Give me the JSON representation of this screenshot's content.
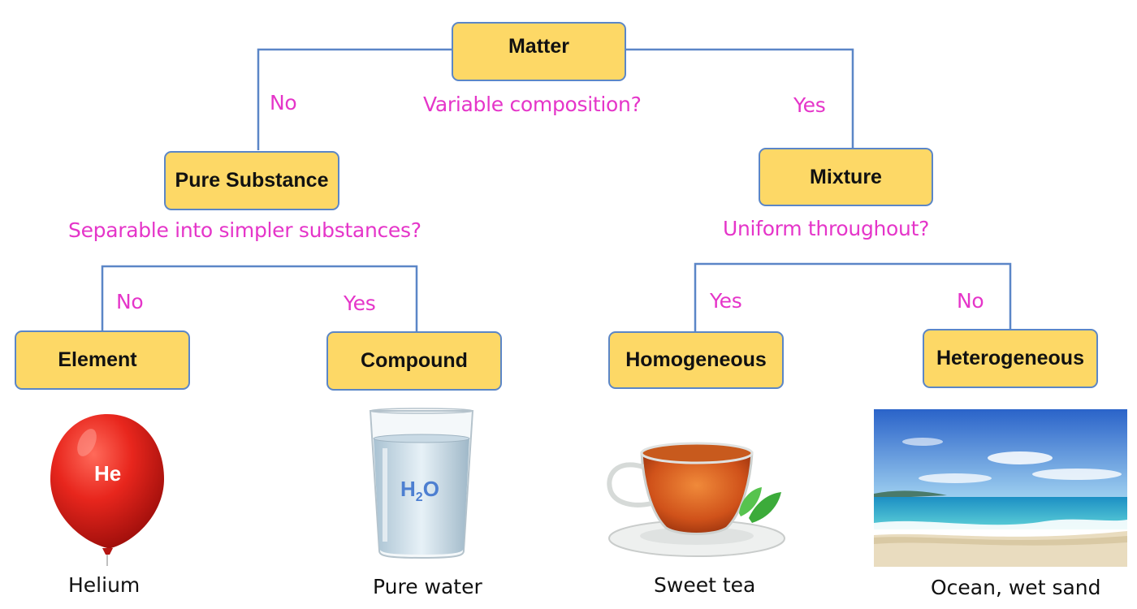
{
  "nodes": {
    "matter": "Matter",
    "pure_substance": "Pure Substance",
    "mixture": "Mixture",
    "element": "Element",
    "compound": "Compound",
    "homogeneous": "Homogeneous",
    "heterogeneous": "Heterogeneous"
  },
  "questions": {
    "variable_composition": "Variable composition?",
    "separable": "Separable into simpler substances?",
    "uniform": "Uniform throughout?"
  },
  "branch_labels": {
    "matter_no": "No",
    "matter_yes": "Yes",
    "pure_no": "No",
    "pure_yes": "Yes",
    "mixture_yes": "Yes",
    "mixture_no": "No"
  },
  "examples": {
    "element": {
      "caption": "Helium",
      "symbol": "He",
      "icon": "red-balloon"
    },
    "compound": {
      "caption": "Pure water",
      "formula": "H",
      "subscript": "2",
      "formula_end": "O",
      "icon": "glass-of-water"
    },
    "homogeneous": {
      "caption": "Sweet tea",
      "icon": "tea-cup"
    },
    "heterogeneous": {
      "caption": "Ocean, wet sand",
      "icon": "beach-photo"
    }
  },
  "colors": {
    "node_fill": "#fdd866",
    "node_border": "#5b86c7",
    "connector": "#5b86c7",
    "question_text": "#e535c9"
  }
}
